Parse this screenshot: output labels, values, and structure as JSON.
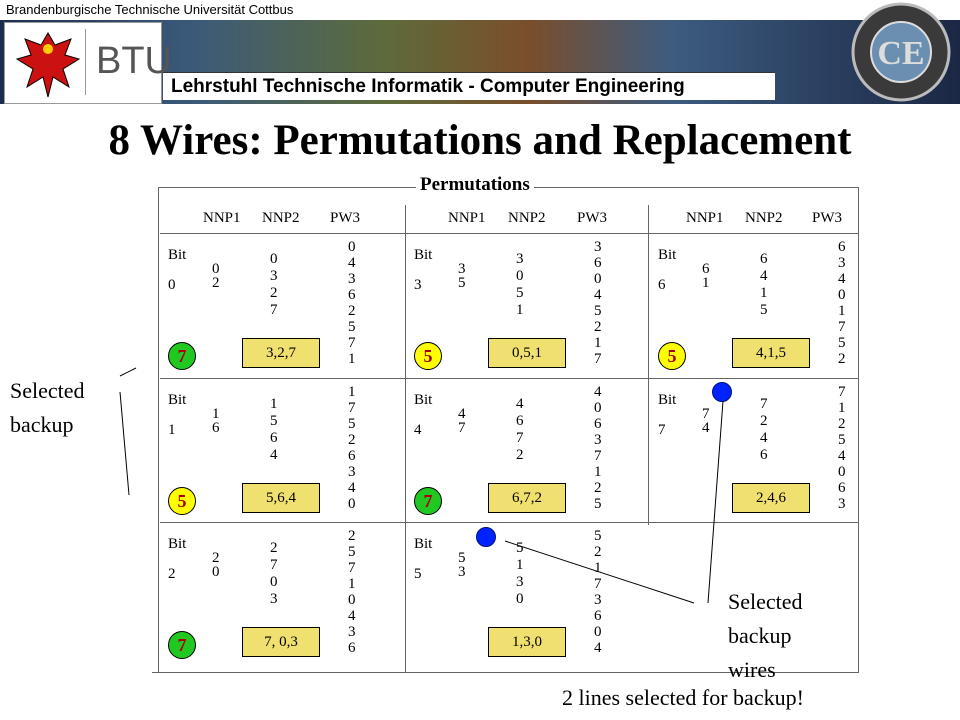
{
  "header": {
    "university": "Brandenburgische Technische Universität Cottbus",
    "logo_text": "BTU",
    "chair": "Lehrstuhl Technische Informatik - Computer Engineering"
  },
  "title": "8 Wires: Permutations and Replacement",
  "permutations_label": "Permutations",
  "col_headers": [
    "NNP1",
    "NNP2",
    "PW3"
  ],
  "cells": [
    {
      "bit_label": "Bit",
      "bit": "0",
      "nnp1": [
        "0",
        "2"
      ],
      "nnp2": [
        "0",
        "3",
        "2",
        "7"
      ],
      "pw3": [
        "0",
        "4",
        "3",
        "6",
        "2",
        "5",
        "7",
        "1"
      ],
      "circle": "7",
      "circle_color": "green",
      "backup": "3,2,7"
    },
    {
      "bit_label": "Bit",
      "bit": "3",
      "nnp1": [
        "3",
        "5"
      ],
      "nnp2": [
        "3",
        "0",
        "5",
        "1"
      ],
      "pw3": [
        "3",
        "6",
        "0",
        "4",
        "5",
        "2",
        "1",
        "7"
      ],
      "circle": "5",
      "circle_color": "yellow",
      "backup": "0,5,1"
    },
    {
      "bit_label": "Bit",
      "bit": "6",
      "nnp1": [
        "6",
        "1"
      ],
      "nnp2": [
        "6",
        "4",
        "1",
        "5"
      ],
      "pw3": [
        "6",
        "3",
        "4",
        "0",
        "1",
        "7",
        "5",
        "2"
      ],
      "circle": "5",
      "circle_color": "yellow",
      "backup": "4,1,5"
    },
    {
      "bit_label": "Bit",
      "bit": "1",
      "nnp1": [
        "1",
        "6"
      ],
      "nnp2": [
        "1",
        "5",
        "6",
        "4"
      ],
      "pw3": [
        "1",
        "7",
        "5",
        "2",
        "6",
        "3",
        "4",
        "0"
      ],
      "circle": "5",
      "circle_color": "yellow",
      "backup": "5,6,4"
    },
    {
      "bit_label": "Bit",
      "bit": "4",
      "nnp1": [
        "4",
        "7"
      ],
      "nnp2": [
        "4",
        "6",
        "7",
        "2"
      ],
      "pw3": [
        "4",
        "0",
        "6",
        "3",
        "7",
        "1",
        "2",
        "5"
      ],
      "circle": "7",
      "circle_color": "green",
      "backup": "6,7,2"
    },
    {
      "bit_label": "Bit",
      "bit": "7",
      "nnp1": [
        "7",
        "4"
      ],
      "nnp2": [
        "7",
        "2",
        "4",
        "6"
      ],
      "pw3": [
        "7",
        "1",
        "2",
        "5",
        "4",
        "0",
        "6",
        "3"
      ],
      "circle": "",
      "circle_color": "blue",
      "backup": "2,4,6"
    },
    {
      "bit_label": "Bit",
      "bit": "2",
      "nnp1": [
        "2",
        "0"
      ],
      "nnp2": [
        "2",
        "7",
        "0",
        "3"
      ],
      "pw3": [
        "2",
        "5",
        "7",
        "1",
        "0",
        "4",
        "3",
        "6"
      ],
      "circle": "7",
      "circle_color": "green",
      "backup": "7, 0,3"
    },
    {
      "bit_label": "Bit",
      "bit": "5",
      "nnp1": [
        "5",
        "3"
      ],
      "nnp2": [
        "5",
        "1",
        "3",
        "0"
      ],
      "pw3": [
        "5",
        "2",
        "1",
        "7",
        "3",
        "6",
        "0",
        "4"
      ],
      "circle": "",
      "circle_color": "blue",
      "backup": "1,3,0"
    }
  ],
  "notes": {
    "selected_backup": [
      "Selected",
      "backup"
    ],
    "selected_backup_wires": [
      "Selected",
      "backup",
      "wires"
    ],
    "footer": "2 lines selected for backup!"
  }
}
